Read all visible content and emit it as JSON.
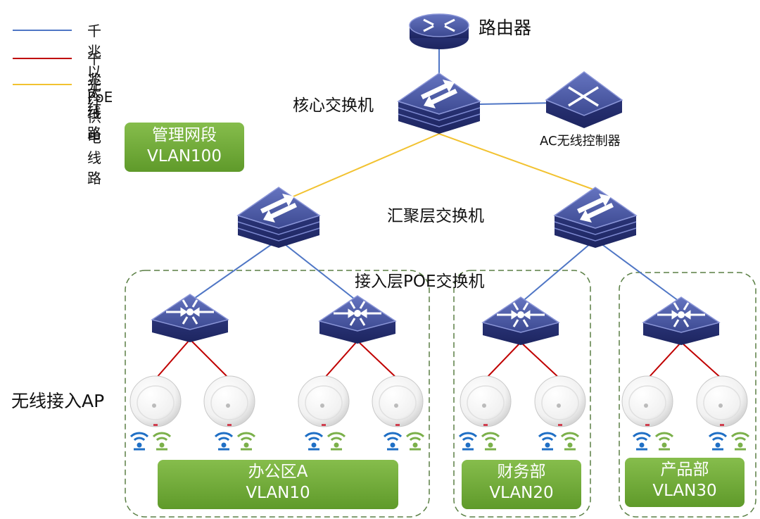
{
  "legend": [
    {
      "label": "千兆以太线路",
      "color": "#4f76c5"
    },
    {
      "label": "千兆PoE供电线路",
      "color": "#c00000"
    },
    {
      "label": "光纤",
      "color": "#f2c230"
    }
  ],
  "labels": {
    "router": "路由器",
    "core_switch": "核心交换机",
    "ac_controller": "AC无线控制器",
    "aggregation": "汇聚层交换机",
    "access_poe": "接入层POE交换机",
    "wireless_ap": "无线接入AP"
  },
  "vlans": {
    "management": {
      "name": "管理网段",
      "id": "VLAN100"
    },
    "office": {
      "name": "办公区A",
      "id": "VLAN10"
    },
    "finance": {
      "name": "财务部",
      "id": "VLAN20"
    },
    "product": {
      "name": "产品部",
      "id": "VLAN30"
    }
  },
  "colors": {
    "ethernet": "#4f76c5",
    "poe": "#c00000",
    "fiber": "#f2c230",
    "device_top": "#4e5ea8",
    "device_side": "#2a3475",
    "vlan_green": "#6aa832",
    "dashed_border": "#5a7f44"
  }
}
